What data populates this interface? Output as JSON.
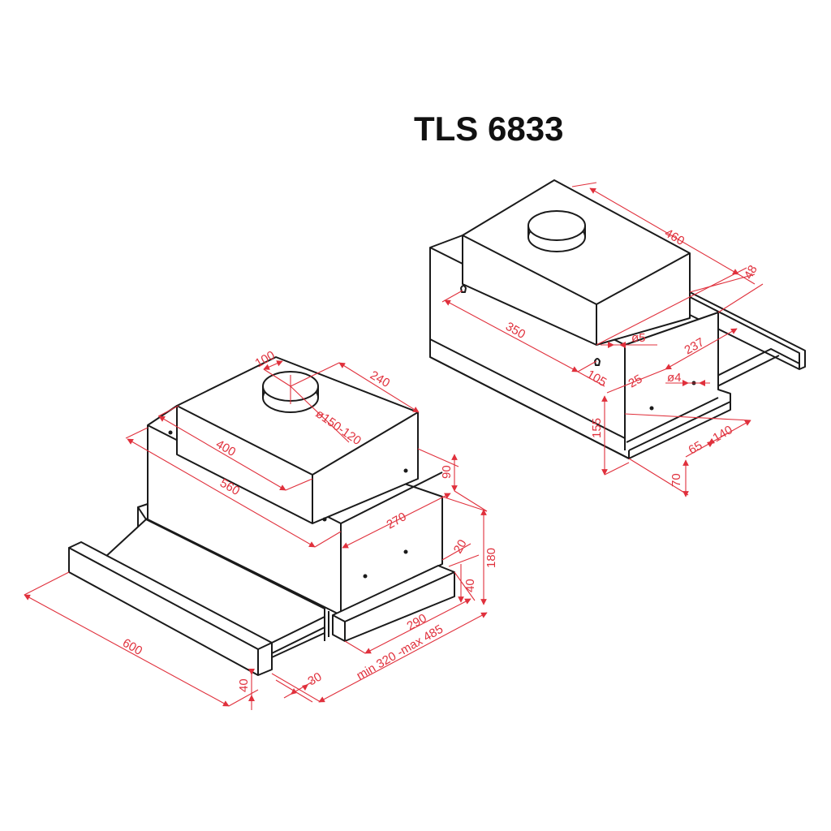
{
  "title": "TLS 6833",
  "colors": {
    "outline": "#1a1a1a",
    "dimension": "#e0303c",
    "background": "#ffffff"
  },
  "views": {
    "front_view": {
      "dimensions": {
        "d100": "100",
        "d240": "240",
        "duct": "ø150-120",
        "d400": "400",
        "d560": "560",
        "d90": "90",
        "d270": "270",
        "d20": "20",
        "d180": "180",
        "d40_right": "40",
        "d290": "290",
        "d_minmax": "min 320 -max 485",
        "d600": "600",
        "d40_front": "40",
        "d30": "30"
      }
    },
    "rear_view": {
      "dimensions": {
        "d460": "460",
        "d48": "48",
        "d350": "350",
        "d5": "ø5",
        "d237": "237",
        "d105": "105",
        "d25": "25",
        "d4": "ø4",
        "d155": "155",
        "d140": "140",
        "d65": "65",
        "d70": "70"
      }
    }
  }
}
